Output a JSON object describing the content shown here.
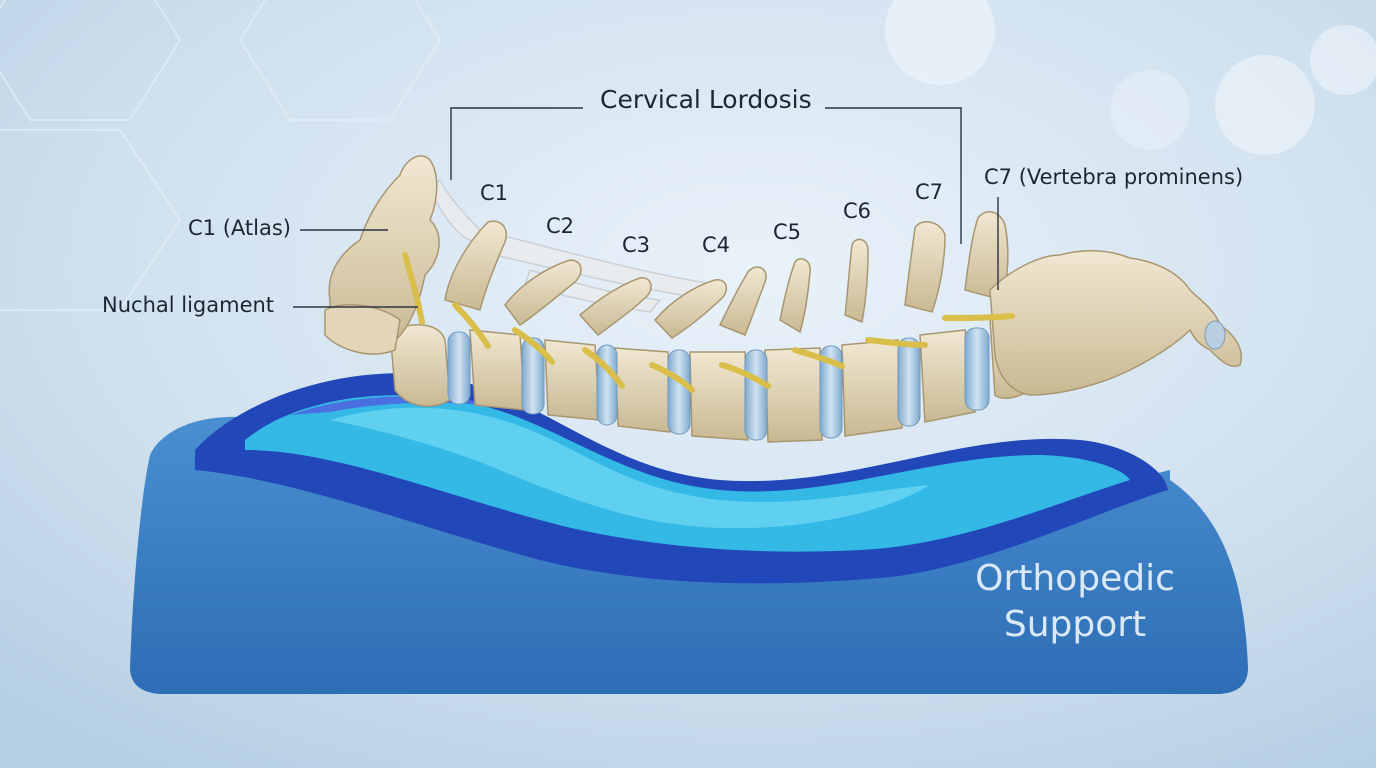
{
  "diagram": {
    "title": "Cervical Lordosis",
    "side_labels": {
      "atlas": "C1 (Atlas)",
      "nuchal": "Nuchal ligament",
      "prominens": "C7 (Vertebra prominens)"
    },
    "vertebrae": [
      "C1",
      "C2",
      "C3",
      "C4",
      "C5",
      "C6",
      "C7"
    ],
    "product_text": [
      "Orthopedic",
      "Support"
    ],
    "colors": {
      "background": "#cfe0ee",
      "pillow": "#3d7fc4",
      "pillow_dark": "#2147b8",
      "wave_cyan": "#34b8e6",
      "bone": "#e8dcc0",
      "disc": "#a9c9e2",
      "nerve": "#d9bf4a"
    }
  }
}
